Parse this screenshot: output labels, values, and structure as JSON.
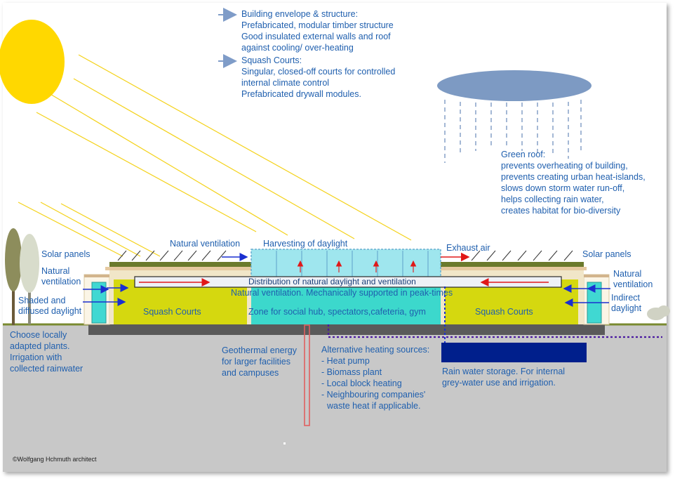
{
  "envelope_notes": {
    "title": "Building envelope & structure:",
    "line1": "Prefabricated, modular timber structure",
    "line2": "Good insulated external walls and roof",
    "line3": "against cooling/ over-heating"
  },
  "courts_notes": {
    "title": "Squash Courts:",
    "line1": "Singular, closed-off courts for controlled",
    "line2": "internal climate control",
    "line3": "Prefabricated drywall modules."
  },
  "green_roof": {
    "title": "Green roof:",
    "line1": "prevents overheating of building,",
    "line2": "prevents creating urban heat-islands,",
    "line3": "slows down storm water run-off,",
    "line4": "helps collecting rain water,",
    "line5": "creates habitat for bio-diversity"
  },
  "labels": {
    "solar_left": "Solar panels",
    "solar_right": "Solar panels",
    "nat_vent_top": "Natural ventilation",
    "harvesting": "Harvesting of daylight",
    "exhaust": "Exhaust air",
    "nat_vent_left_1": "Natural",
    "nat_vent_left_2": "ventilation",
    "shaded_1": "Shaded and",
    "shaded_2": "diffused daylight",
    "nat_vent_right_1": "Natural",
    "nat_vent_right_2": "ventilation",
    "indirect_1": "Indirect",
    "indirect_2": "daylight",
    "distribution": "Distribution of natural daylight and ventilation",
    "nat_vent_mech": "Natural ventilation. Mechanically supported in peak-times",
    "court_left": "Squash Courts",
    "court_right": "Squash Courts",
    "hub": "Zone for social hub, spectators,cafeteria, gym",
    "plants_1": "Choose locally",
    "plants_2": "adapted plants.",
    "plants_3": "Irrigation with",
    "plants_4": "collected rainwater",
    "geo_1": "Geothermal energy",
    "geo_2": "for larger facilities",
    "geo_3": "and campuses",
    "alt_title": "Alternative heating sources:",
    "alt_1": "- Heat pump",
    "alt_2": "- Biomass plant",
    "alt_3": "- Local block heating",
    "alt_4": "- Neighbouring companies'",
    "alt_5": "waste heat if applicable.",
    "rain_1": "Rain water storage. For internal",
    "rain_2": "grey-water use and irrigation.",
    "credit": "©Wolfgang Hchmuth architect"
  },
  "colors": {
    "text": "#1f5fae",
    "sun": "#ffd800",
    "sun_rays": "#f4d21a",
    "cloud": "#7d9ac3",
    "court": "#d5d80f",
    "hub": "#3cd8cc",
    "skylight": "#9fe6ee",
    "ground": "#c8c8c8",
    "slab": "#5a5a5a",
    "roof": "#6b7a2c",
    "tank": "#001f8c",
    "arrow_blue": "#1a2fd0",
    "arrow_red": "#e01818",
    "geo_pipe": "#e06060",
    "dotted": "#4a1aa0"
  }
}
